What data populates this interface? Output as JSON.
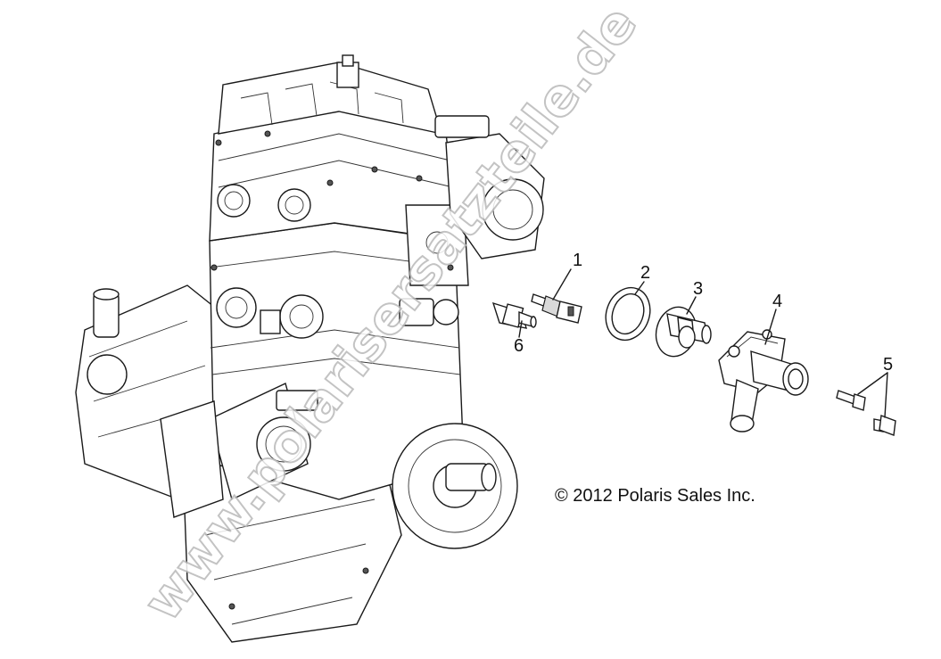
{
  "watermark": "www.polarisersatzteile.de",
  "copyright": "© 2012 Polaris Sales Inc.",
  "callouts": [
    {
      "id": "1",
      "label": "1"
    },
    {
      "id": "2",
      "label": "2"
    },
    {
      "id": "3",
      "label": "3"
    },
    {
      "id": "4",
      "label": "4"
    },
    {
      "id": "5",
      "label": "5"
    },
    {
      "id": "6",
      "label": "6"
    }
  ]
}
